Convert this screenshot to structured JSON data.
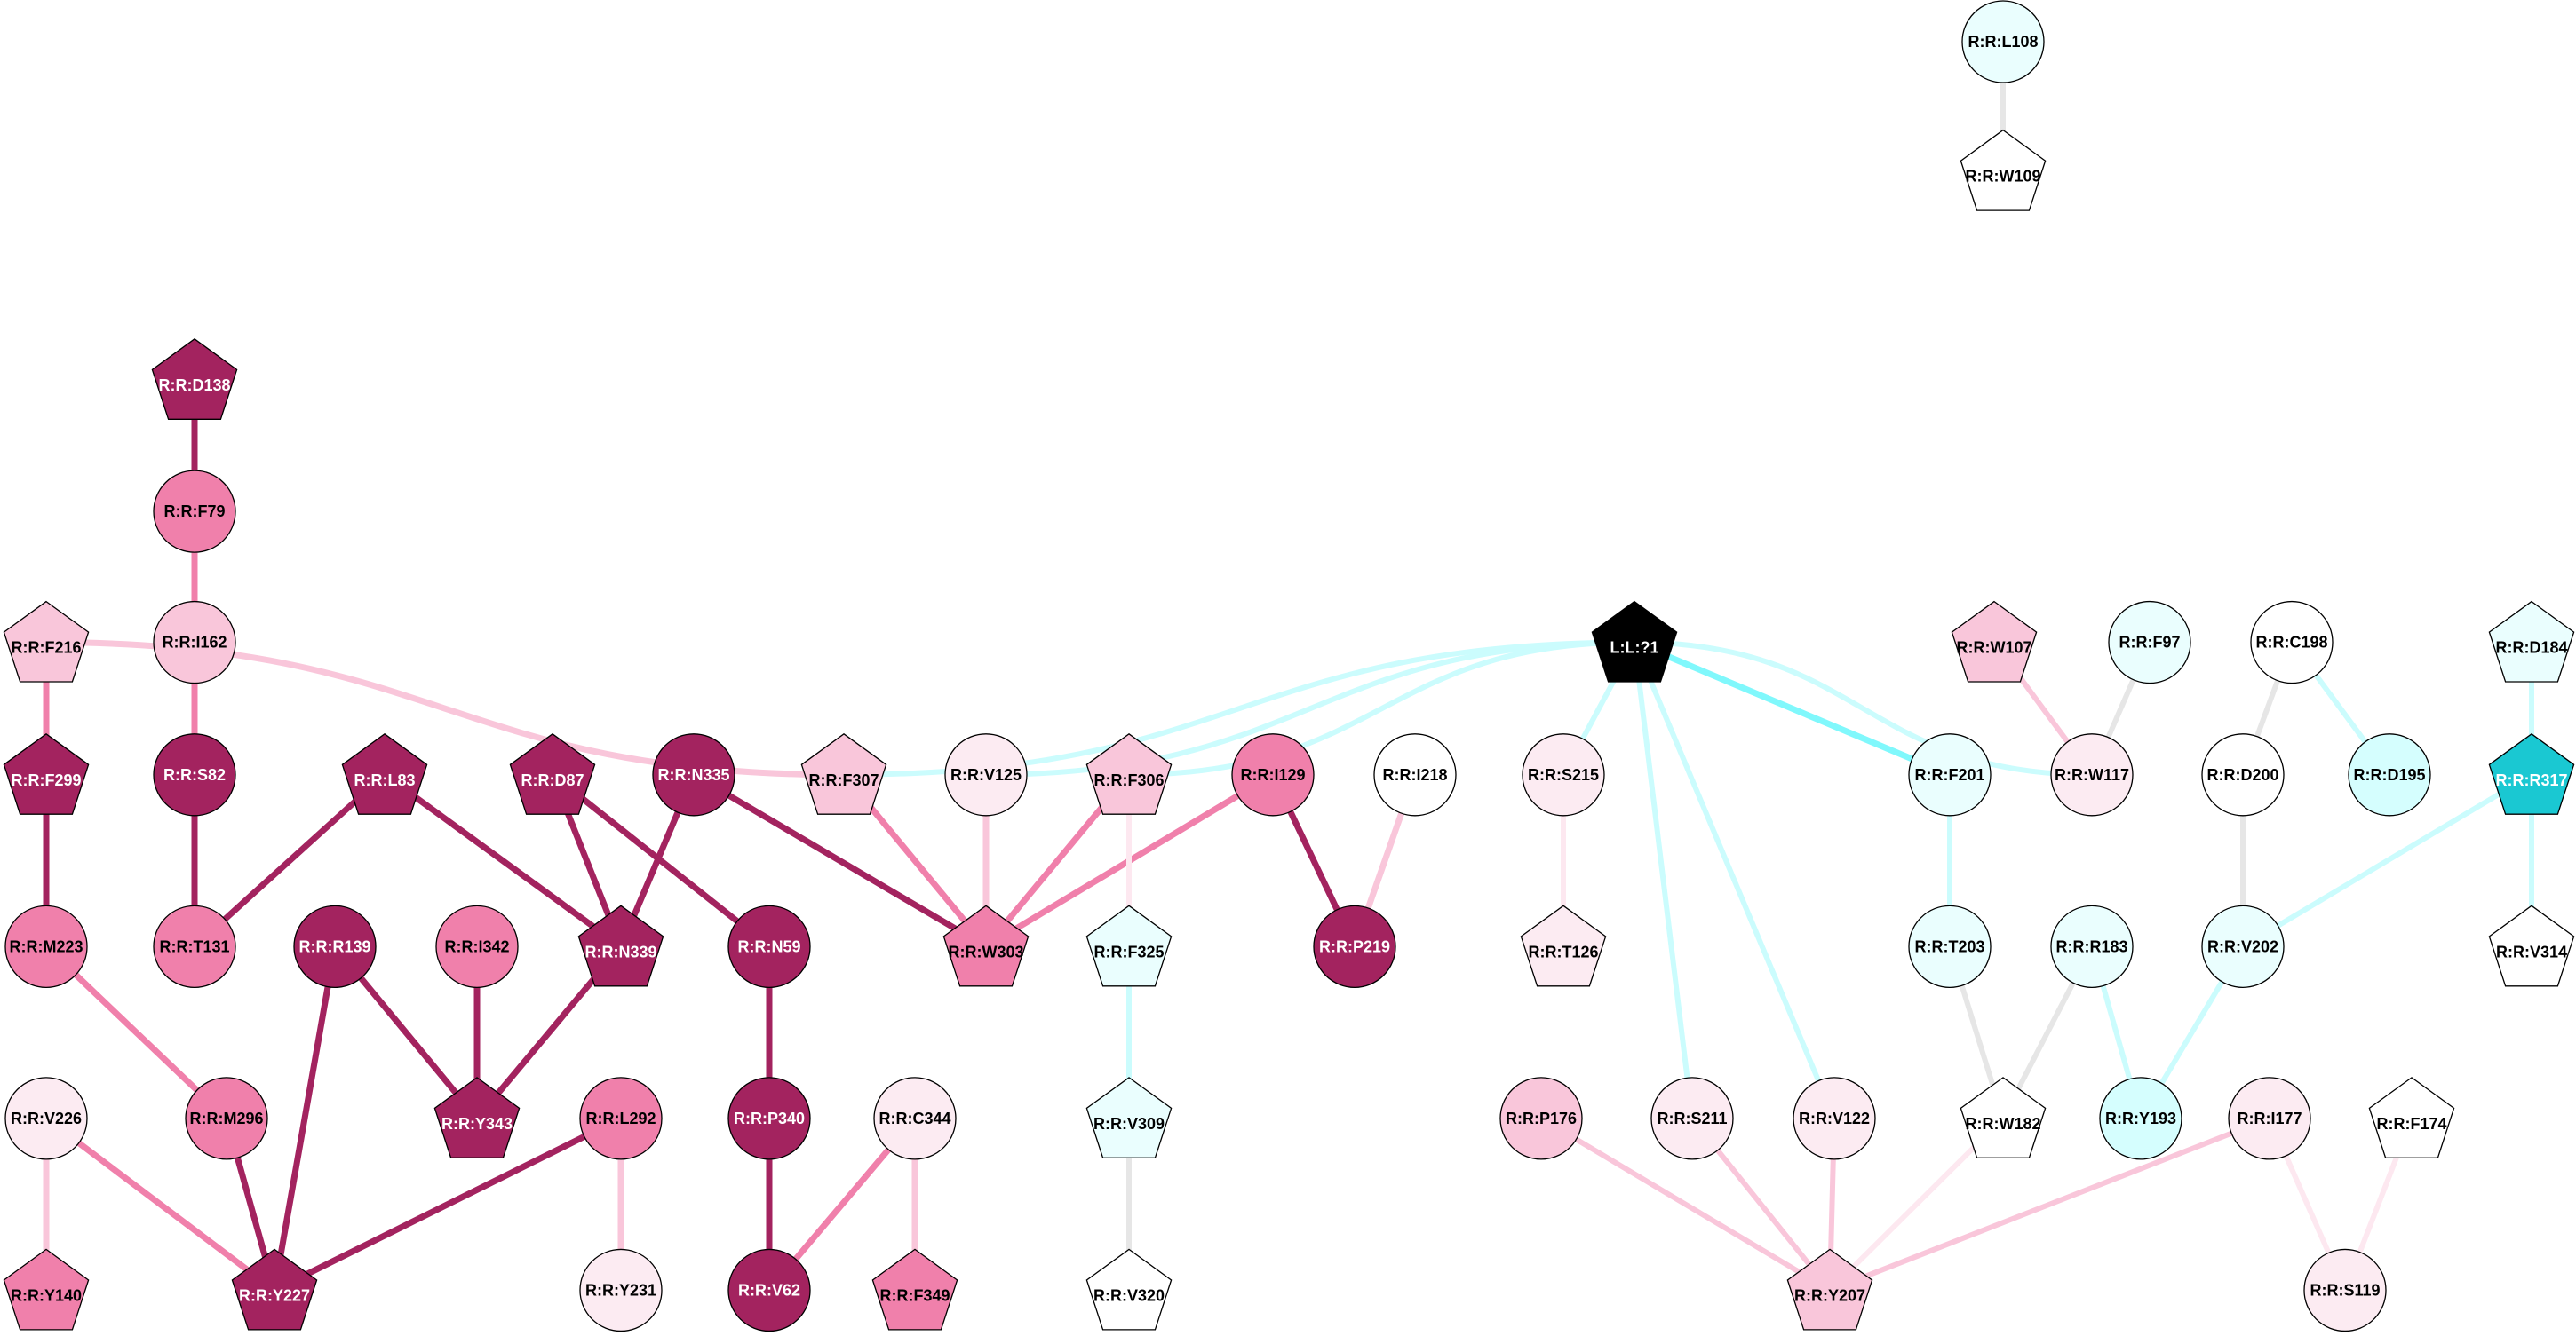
{
  "diagram": {
    "palette": {
      "fill": {
        "white": "#ffffff",
        "black": "#000000",
        "pale_pink": "#fcebf2",
        "light_pink": "#f9c6da",
        "pink": "#f080ab",
        "magenta": "#a3235f",
        "pale_cyan": "#eafefe",
        "light_cyan": "#d5fefe",
        "cyan": "#1ac8d2"
      },
      "edge": {
        "magenta": "#a3235f",
        "pink": "#f080ab",
        "light_pink": "#f9c6da",
        "pale_pink": "#fde8f0",
        "gray": "#e6e6e6",
        "light_cyan": "#cbfcfd",
        "cyan": "#80f8fc"
      },
      "label_light": "#ffffff",
      "label_dark": "#000000"
    },
    "nodes": [
      {
        "id": "L108",
        "label": "R:R:L108",
        "shape": "circle",
        "fill": "pale_cyan"
      },
      {
        "id": "W109",
        "label": "R:R:W109",
        "shape": "pentagon",
        "fill": "white"
      },
      {
        "id": "D138",
        "label": "R:R:D138",
        "shape": "pentagon",
        "fill": "magenta"
      },
      {
        "id": "F79",
        "label": "R:R:F79",
        "shape": "circle",
        "fill": "pink"
      },
      {
        "id": "I162",
        "label": "R:R:I162",
        "shape": "circle",
        "fill": "light_pink"
      },
      {
        "id": "S82",
        "label": "R:R:S82",
        "shape": "circle",
        "fill": "magenta"
      },
      {
        "id": "T131",
        "label": "R:R:T131",
        "shape": "circle",
        "fill": "pink"
      },
      {
        "id": "F216",
        "label": "R:R:F216",
        "shape": "pentagon",
        "fill": "light_pink"
      },
      {
        "id": "F299",
        "label": "R:R:F299",
        "shape": "pentagon",
        "fill": "magenta"
      },
      {
        "id": "M223",
        "label": "R:R:M223",
        "shape": "circle",
        "fill": "pink"
      },
      {
        "id": "M296",
        "label": "R:R:M296",
        "shape": "circle",
        "fill": "pink"
      },
      {
        "id": "V226",
        "label": "R:R:V226",
        "shape": "circle",
        "fill": "pale_pink"
      },
      {
        "id": "Y140",
        "label": "R:R:Y140",
        "shape": "pentagon",
        "fill": "pink"
      },
      {
        "id": "Y227",
        "label": "R:R:Y227",
        "shape": "pentagon",
        "fill": "magenta"
      },
      {
        "id": "L83",
        "label": "R:R:L83",
        "shape": "pentagon",
        "fill": "magenta"
      },
      {
        "id": "R139",
        "label": "R:R:R139",
        "shape": "circle",
        "fill": "magenta"
      },
      {
        "id": "I342",
        "label": "R:R:I342",
        "shape": "circle",
        "fill": "pink"
      },
      {
        "id": "Y343",
        "label": "R:R:Y343",
        "shape": "pentagon",
        "fill": "magenta"
      },
      {
        "id": "D87",
        "label": "R:R:D87",
        "shape": "pentagon",
        "fill": "magenta"
      },
      {
        "id": "N335",
        "label": "R:R:N335",
        "shape": "circle",
        "fill": "magenta"
      },
      {
        "id": "N339",
        "label": "R:R:N339",
        "shape": "pentagon",
        "fill": "magenta"
      },
      {
        "id": "N59",
        "label": "R:R:N59",
        "shape": "circle",
        "fill": "magenta"
      },
      {
        "id": "L292",
        "label": "R:R:L292",
        "shape": "circle",
        "fill": "pink"
      },
      {
        "id": "Y231",
        "label": "R:R:Y231",
        "shape": "circle",
        "fill": "pale_pink"
      },
      {
        "id": "P340",
        "label": "R:R:P340",
        "shape": "circle",
        "fill": "magenta"
      },
      {
        "id": "V62",
        "label": "R:R:V62",
        "shape": "circle",
        "fill": "magenta"
      },
      {
        "id": "C344",
        "label": "R:R:C344",
        "shape": "circle",
        "fill": "pale_pink"
      },
      {
        "id": "F349",
        "label": "R:R:F349",
        "shape": "pentagon",
        "fill": "pink"
      },
      {
        "id": "F307",
        "label": "R:R:F307",
        "shape": "pentagon",
        "fill": "light_pink"
      },
      {
        "id": "V125",
        "label": "R:R:V125",
        "shape": "circle",
        "fill": "pale_pink"
      },
      {
        "id": "F306",
        "label": "R:R:F306",
        "shape": "pentagon",
        "fill": "light_pink"
      },
      {
        "id": "W303",
        "label": "R:R:W303",
        "shape": "pentagon",
        "fill": "pink"
      },
      {
        "id": "I129",
        "label": "R:R:I129",
        "shape": "circle",
        "fill": "pink"
      },
      {
        "id": "I218",
        "label": "R:R:I218",
        "shape": "circle",
        "fill": "white"
      },
      {
        "id": "P219",
        "label": "R:R:P219",
        "shape": "circle",
        "fill": "magenta"
      },
      {
        "id": "F325",
        "label": "R:R:F325",
        "shape": "pentagon",
        "fill": "pale_cyan"
      },
      {
        "id": "V309",
        "label": "R:R:V309",
        "shape": "pentagon",
        "fill": "pale_cyan"
      },
      {
        "id": "V320",
        "label": "R:R:V320",
        "shape": "pentagon",
        "fill": "white"
      },
      {
        "id": "LIG",
        "label": "L:L:?1",
        "shape": "pentagon",
        "fill": "black"
      },
      {
        "id": "S215",
        "label": "R:R:S215",
        "shape": "circle",
        "fill": "pale_pink"
      },
      {
        "id": "T126",
        "label": "R:R:T126",
        "shape": "pentagon",
        "fill": "pale_pink"
      },
      {
        "id": "W107",
        "label": "R:R:W107",
        "shape": "pentagon",
        "fill": "light_pink"
      },
      {
        "id": "F97",
        "label": "R:R:F97",
        "shape": "circle",
        "fill": "pale_cyan"
      },
      {
        "id": "W117",
        "label": "R:R:W117",
        "shape": "circle",
        "fill": "pale_pink"
      },
      {
        "id": "F201",
        "label": "R:R:F201",
        "shape": "circle",
        "fill": "pale_cyan"
      },
      {
        "id": "T203",
        "label": "R:R:T203",
        "shape": "circle",
        "fill": "pale_cyan"
      },
      {
        "id": "R183",
        "label": "R:R:R183",
        "shape": "circle",
        "fill": "pale_cyan"
      },
      {
        "id": "W182",
        "label": "R:R:W182",
        "shape": "pentagon",
        "fill": "white"
      },
      {
        "id": "Y193",
        "label": "R:R:Y193",
        "shape": "circle",
        "fill": "light_cyan"
      },
      {
        "id": "C198",
        "label": "R:R:C198",
        "shape": "circle",
        "fill": "white"
      },
      {
        "id": "D200",
        "label": "R:R:D200",
        "shape": "circle",
        "fill": "white"
      },
      {
        "id": "D195",
        "label": "R:R:D195",
        "shape": "circle",
        "fill": "light_cyan"
      },
      {
        "id": "V202",
        "label": "R:R:V202",
        "shape": "circle",
        "fill": "pale_cyan"
      },
      {
        "id": "D184",
        "label": "R:R:D184",
        "shape": "pentagon",
        "fill": "pale_cyan"
      },
      {
        "id": "R317",
        "label": "R:R:R317",
        "shape": "pentagon",
        "fill": "cyan"
      },
      {
        "id": "V314",
        "label": "R:R:V314",
        "shape": "pentagon",
        "fill": "white"
      },
      {
        "id": "P176",
        "label": "R:R:P176",
        "shape": "circle",
        "fill": "light_pink"
      },
      {
        "id": "S211",
        "label": "R:R:S211",
        "shape": "circle",
        "fill": "pale_pink"
      },
      {
        "id": "V122",
        "label": "R:R:V122",
        "shape": "circle",
        "fill": "pale_pink"
      },
      {
        "id": "Y207",
        "label": "R:R:Y207",
        "shape": "pentagon",
        "fill": "light_pink"
      },
      {
        "id": "I177",
        "label": "R:R:I177",
        "shape": "circle",
        "fill": "pale_pink"
      },
      {
        "id": "F174",
        "label": "R:R:F174",
        "shape": "pentagon",
        "fill": "white"
      },
      {
        "id": "S119",
        "label": "R:R:S119",
        "shape": "circle",
        "fill": "pale_pink"
      }
    ],
    "edges": [
      {
        "from": "L108",
        "to": "W109",
        "color": "gray",
        "weight": 2
      },
      {
        "from": "D138",
        "to": "F79",
        "color": "magenta",
        "weight": 3
      },
      {
        "from": "F79",
        "to": "I162",
        "color": "pink",
        "weight": 3
      },
      {
        "from": "I162",
        "to": "S82",
        "color": "pink",
        "weight": 3
      },
      {
        "from": "S82",
        "to": "T131",
        "color": "magenta",
        "weight": 3
      },
      {
        "from": "L83",
        "to": "T131",
        "color": "magenta",
        "weight": 3
      },
      {
        "from": "F216",
        "to": "F299",
        "color": "pink",
        "weight": 3
      },
      {
        "from": "F216",
        "to": "F307",
        "color": "light_pink",
        "weight": 3,
        "curve": true
      },
      {
        "from": "F299",
        "to": "M223",
        "color": "magenta",
        "weight": 3
      },
      {
        "from": "M223",
        "to": "M296",
        "color": "pink",
        "weight": 3
      },
      {
        "from": "M296",
        "to": "Y227",
        "color": "magenta",
        "weight": 3
      },
      {
        "from": "V226",
        "to": "Y140",
        "color": "light_pink",
        "weight": 3
      },
      {
        "from": "V226",
        "to": "Y227",
        "color": "pink",
        "weight": 3
      },
      {
        "from": "R139",
        "to": "Y227",
        "color": "magenta",
        "weight": 3
      },
      {
        "from": "L292",
        "to": "Y227",
        "color": "magenta",
        "weight": 3
      },
      {
        "from": "R139",
        "to": "Y343",
        "color": "magenta",
        "weight": 3
      },
      {
        "from": "I342",
        "to": "Y343",
        "color": "magenta",
        "weight": 3
      },
      {
        "from": "N339",
        "to": "Y343",
        "color": "magenta",
        "weight": 3
      },
      {
        "from": "L83",
        "to": "N339",
        "color": "magenta",
        "weight": 3
      },
      {
        "from": "D87",
        "to": "N339",
        "color": "magenta",
        "weight": 3
      },
      {
        "from": "N335",
        "to": "N339",
        "color": "magenta",
        "weight": 3
      },
      {
        "from": "D87",
        "to": "N59",
        "color": "magenta",
        "weight": 3
      },
      {
        "from": "N335",
        "to": "W303",
        "color": "magenta",
        "weight": 3
      },
      {
        "from": "N59",
        "to": "P340",
        "color": "magenta",
        "weight": 3
      },
      {
        "from": "P340",
        "to": "V62",
        "color": "magenta",
        "weight": 3
      },
      {
        "from": "C344",
        "to": "V62",
        "color": "pink",
        "weight": 3
      },
      {
        "from": "C344",
        "to": "F349",
        "color": "light_pink",
        "weight": 3
      },
      {
        "from": "L292",
        "to": "Y231",
        "color": "light_pink",
        "weight": 3
      },
      {
        "from": "F307",
        "to": "W303",
        "color": "pink",
        "weight": 3
      },
      {
        "from": "V125",
        "to": "W303",
        "color": "light_pink",
        "weight": 3
      },
      {
        "from": "F306",
        "to": "W303",
        "color": "pink",
        "weight": 3
      },
      {
        "from": "I129",
        "to": "W303",
        "color": "pink",
        "weight": 3
      },
      {
        "from": "I129",
        "to": "P219",
        "color": "magenta",
        "weight": 3
      },
      {
        "from": "I218",
        "to": "P219",
        "color": "light_pink",
        "weight": 3
      },
      {
        "from": "F306",
        "to": "F325",
        "color": "pale_pink",
        "weight": 2
      },
      {
        "from": "F325",
        "to": "V309",
        "color": "light_cyan",
        "weight": 2
      },
      {
        "from": "V309",
        "to": "V320",
        "color": "gray",
        "weight": 2
      },
      {
        "from": "LIG",
        "to": "F307",
        "color": "light_cyan",
        "weight": 2,
        "curve": true
      },
      {
        "from": "LIG",
        "to": "V125",
        "color": "light_cyan",
        "weight": 2,
        "curve": true
      },
      {
        "from": "LIG",
        "to": "F306",
        "color": "light_cyan",
        "weight": 2,
        "curve": true
      },
      {
        "from": "LIG",
        "to": "S215",
        "color": "light_cyan",
        "weight": 2
      },
      {
        "from": "LIG",
        "to": "S211",
        "color": "light_cyan",
        "weight": 2
      },
      {
        "from": "LIG",
        "to": "V122",
        "color": "light_cyan",
        "weight": 2
      },
      {
        "from": "LIG",
        "to": "F201",
        "color": "cyan",
        "weight": 3
      },
      {
        "from": "LIG",
        "to": "W117",
        "color": "light_cyan",
        "weight": 2,
        "curve": true
      },
      {
        "from": "S215",
        "to": "T126",
        "color": "pale_pink",
        "weight": 2
      },
      {
        "from": "W107",
        "to": "W117",
        "color": "light_pink",
        "weight": 2
      },
      {
        "from": "F97",
        "to": "W117",
        "color": "gray",
        "weight": 2
      },
      {
        "from": "F201",
        "to": "T203",
        "color": "light_cyan",
        "weight": 2
      },
      {
        "from": "R183",
        "to": "W182",
        "color": "gray",
        "weight": 2
      },
      {
        "from": "T203",
        "to": "W182",
        "color": "gray",
        "weight": 2
      },
      {
        "from": "R183",
        "to": "Y193",
        "color": "light_cyan",
        "weight": 2
      },
      {
        "from": "Y193",
        "to": "V202",
        "color": "light_cyan",
        "weight": 2
      },
      {
        "from": "C198",
        "to": "D200",
        "color": "gray",
        "weight": 2
      },
      {
        "from": "C198",
        "to": "D195",
        "color": "light_cyan",
        "weight": 2
      },
      {
        "from": "D200",
        "to": "V202",
        "color": "gray",
        "weight": 2
      },
      {
        "from": "D184",
        "to": "R317",
        "color": "light_cyan",
        "weight": 2
      },
      {
        "from": "R317",
        "to": "V202",
        "color": "light_cyan",
        "weight": 2
      },
      {
        "from": "R317",
        "to": "V314",
        "color": "light_cyan",
        "weight": 2
      },
      {
        "from": "P176",
        "to": "Y207",
        "color": "light_pink",
        "weight": 2
      },
      {
        "from": "S211",
        "to": "Y207",
        "color": "light_pink",
        "weight": 2
      },
      {
        "from": "V122",
        "to": "Y207",
        "color": "light_pink",
        "weight": 2
      },
      {
        "from": "W182",
        "to": "Y207",
        "color": "pale_pink",
        "weight": 2
      },
      {
        "from": "I177",
        "to": "Y207",
        "color": "light_pink",
        "weight": 2
      },
      {
        "from": "I177",
        "to": "S119",
        "color": "pale_pink",
        "weight": 2
      },
      {
        "from": "F174",
        "to": "S119",
        "color": "pale_pink",
        "weight": 2
      }
    ]
  }
}
